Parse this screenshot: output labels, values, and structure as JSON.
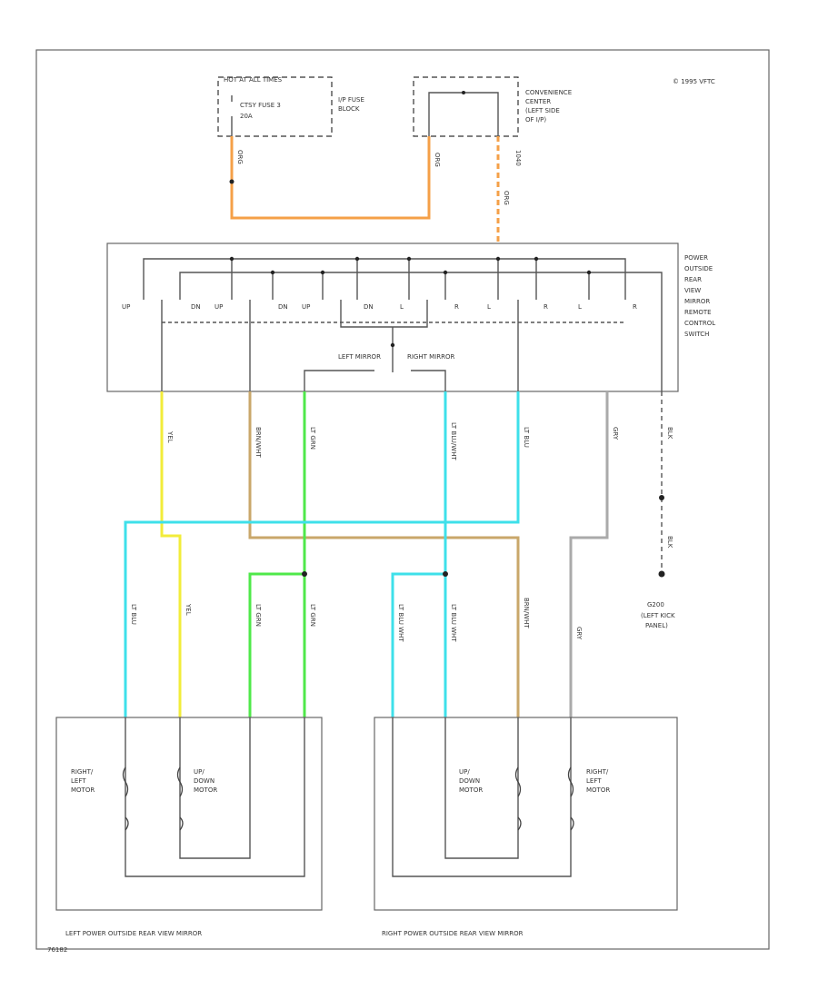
{
  "copyright": "© 1995 VFTC",
  "page_code": "76182",
  "fuse": {
    "header": "HOT AT ALL TIMES",
    "name": "CTSY FUSE 3",
    "rating": "20A",
    "block": [
      "I/P FUSE",
      "BLOCK"
    ]
  },
  "convenience_center": [
    "CONVENIENCE",
    "CENTER",
    "(LEFT SIDE",
    "OF I/P)"
  ],
  "wires_top": {
    "w1": "ORG",
    "w2": "ORG",
    "w3": "ORG",
    "w4": "1040"
  },
  "switch": {
    "label": [
      "POWER",
      "OUTSIDE",
      "REAR",
      "VIEW",
      "MIRROR",
      "REMOTE",
      "CONTROL",
      "SWITCH"
    ],
    "contacts": [
      "UP",
      "DN",
      "UP",
      "DN",
      "UP",
      "DN",
      "L",
      "R",
      "L",
      "R",
      "L",
      "R"
    ],
    "left_mirror": "LEFT MIRROR",
    "right_mirror": "RIGHT MIRROR"
  },
  "wire_labels_mid": [
    "YEL",
    "BRN/WHT",
    "LT GRN",
    "LT BLU/WHT",
    "LT BLU",
    "GRY",
    "BLK"
  ],
  "ground": {
    "wire": "BLK",
    "name": "G200",
    "location": [
      "(LEFT KICK",
      "PANEL)"
    ]
  },
  "motor_wires": [
    "LT BLU",
    "YEL",
    "LT GRN",
    "LT GRN",
    "LT BLU WHT",
    "LT BLU WHT",
    "BRN/WHT",
    "GRY"
  ],
  "left_mirror": {
    "motor1": [
      "RIGHT/",
      "LEFT",
      "MOTOR"
    ],
    "motor2": [
      "UP/",
      "DOWN",
      "MOTOR"
    ],
    "caption": "LEFT POWER OUTSIDE REAR VIEW MIRROR"
  },
  "right_mirror": {
    "motor1": [
      "UP/",
      "DOWN",
      "MOTOR"
    ],
    "motor2": [
      "RIGHT/",
      "LEFT",
      "MOTOR"
    ],
    "caption": "RIGHT POWER OUTSIDE REAR VIEW MIRROR"
  },
  "colors": {
    "orange": "#f5a048",
    "tan": "#c9a76a",
    "yellow": "#f2ec3a",
    "cyan": "#3ee0ea",
    "green": "#4fe84a",
    "gray": "#aaaaaa"
  }
}
